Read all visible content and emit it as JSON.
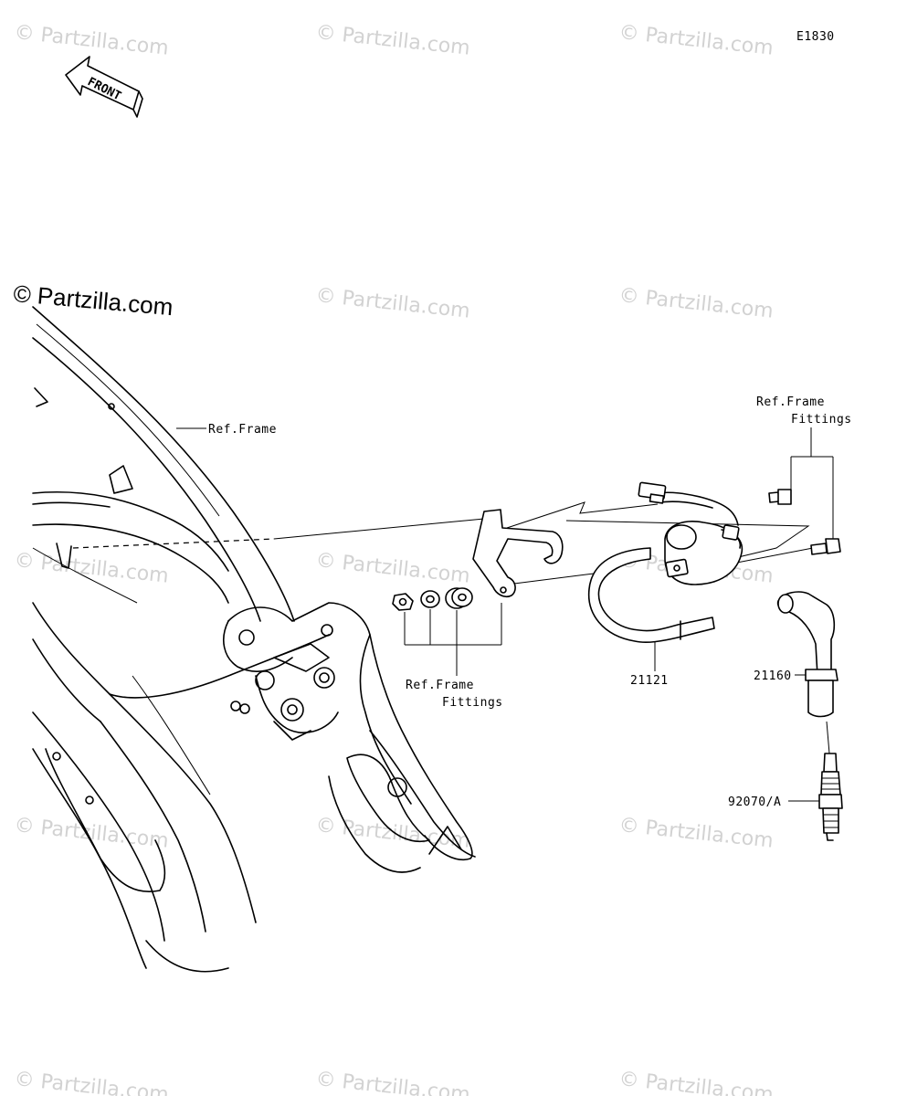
{
  "diagram_code": "E1830",
  "front_arrow": {
    "label": "FRONT"
  },
  "brand": "© Partzilla.com",
  "watermark": "© Partzilla.com",
  "callouts": {
    "ref_frame": "Ref.Frame",
    "ref_fittings_top_1": "Ref.Frame",
    "ref_fittings_top_2": "Fittings",
    "ref_fittings_mid_1": "Ref.Frame",
    "ref_fittings_mid_2": "Fittings",
    "coil": "21121",
    "cap": "21160",
    "plug": "92070/A"
  }
}
